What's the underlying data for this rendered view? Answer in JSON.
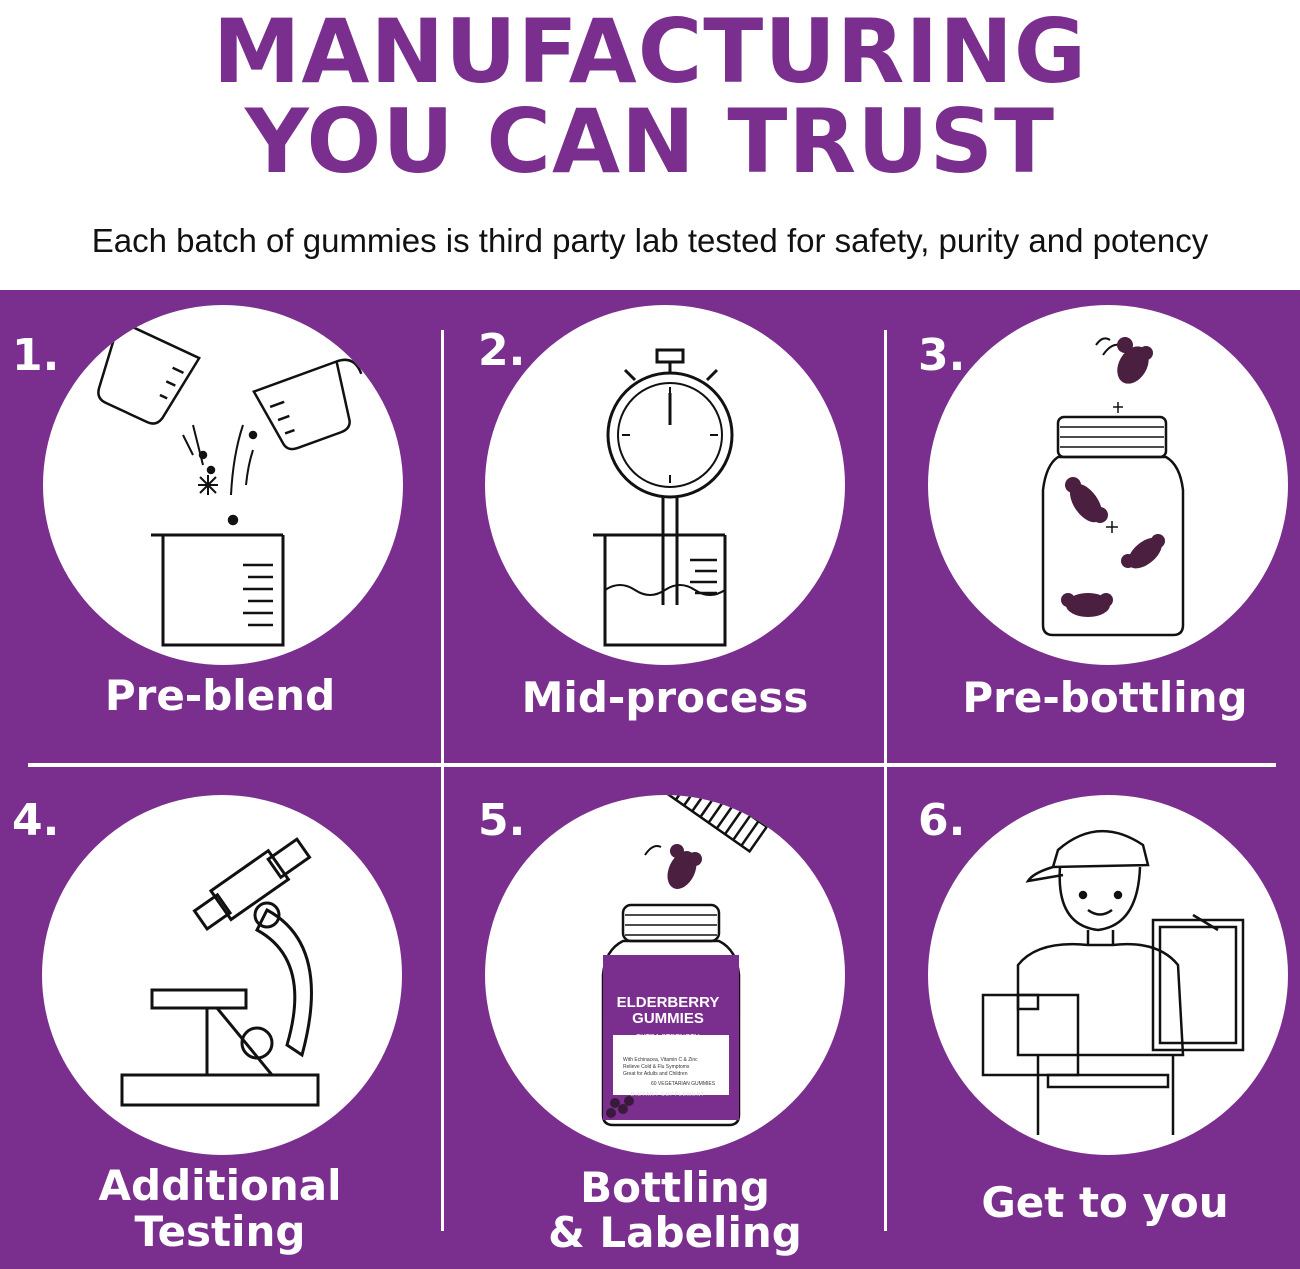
{
  "header": {
    "title_line1": "MANUFACTURING",
    "title_line2": "YOU CAN TRUST",
    "subtitle": "Each batch of gummies is third party lab tested for safety, purity and  potency"
  },
  "colors": {
    "brand_purple": "#7a2f8e",
    "white": "#ffffff",
    "gummy": "#4a1f3f"
  },
  "steps": [
    {
      "number": "1.",
      "label": "Pre-blend",
      "icon": "measuring-cups-beaker-icon"
    },
    {
      "number": "2.",
      "label": "Mid-process",
      "icon": "stopwatch-beaker-icon"
    },
    {
      "number": "3.",
      "label": "Pre-bottling",
      "icon": "bottle-gummies-icon"
    },
    {
      "number": "4.",
      "label_line1": "Additional",
      "label_line2": "Testing",
      "icon": "microscope-icon"
    },
    {
      "number": "5.",
      "label_line1": "Bottling",
      "label_line2": "& Labeling",
      "icon": "labeled-bottle-icon"
    },
    {
      "number": "6.",
      "label": "Get to you",
      "icon": "delivery-person-icon"
    }
  ],
  "product_label": {
    "brand_line1": "ELDERBERRY",
    "brand_line2": "GUMMIES",
    "tagline1": "EXTRA STRENGTH",
    "tagline2": "SAMBUCUS IMMUNE SUPPORT",
    "bullets": [
      "With Echinacea, Vitamin C & Zinc",
      "Relieve Cold & Flu Symptoms",
      "Great for Adults and Children"
    ],
    "count": "60 VEGETARIAN GUMMIES",
    "footer": "DIETARY SUPPLEMENT"
  }
}
